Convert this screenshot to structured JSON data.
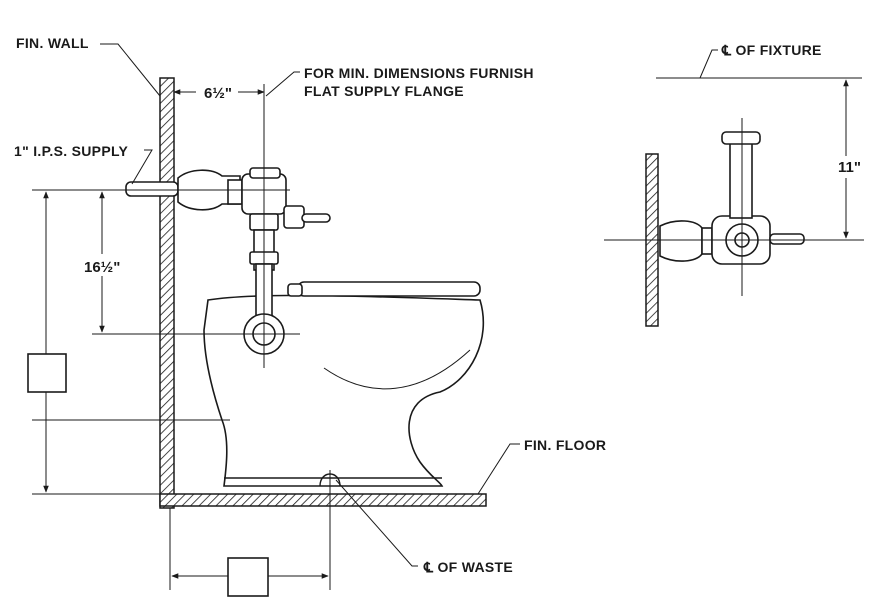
{
  "labels": {
    "fin_wall": "FIN. WALL",
    "dim_6_5": "6½\"",
    "min_dimensions_line1": "FOR MIN. DIMENSIONS FURNISH",
    "min_dimensions_line2": "FLAT SUPPLY FLANGE",
    "ips_supply": "1\" I.P.S. SUPPLY",
    "dim_16_5": "16½\"",
    "fin_floor": "FIN. FLOOR",
    "waste_centerline": "℄ OF WASTE",
    "fixture_centerline": "℄ OF FIXTURE",
    "dim_11": "11\""
  }
}
